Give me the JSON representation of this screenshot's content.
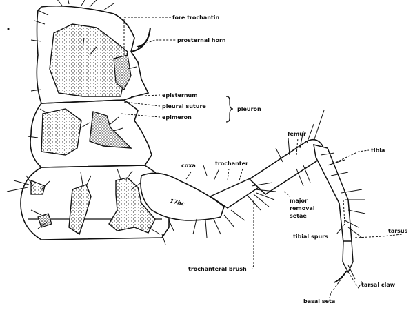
{
  "labels": {
    "fore_trochantin": "fore trochantin",
    "prosternal_horn": "prosternal horn",
    "episternum": "episternum",
    "pleural_suture": "pleural suture",
    "epimeron": "epimeron",
    "pleuron": "pleuron",
    "femur": "femur",
    "tibia": "tibia",
    "coxa": "coxa",
    "trochanter": "trochanter",
    "major_removal_setae_1": "major",
    "major_removal_setae_2": "removal",
    "major_removal_setae_3": "setae",
    "tarsus": "tarsus",
    "tibial_spurs": "tibial spurs",
    "trochanteral_brush": "trochanteral brush",
    "tarsal_claw": "tarsal claw",
    "basal_seta": "basal seta",
    "figure_mark": "17hc"
  }
}
